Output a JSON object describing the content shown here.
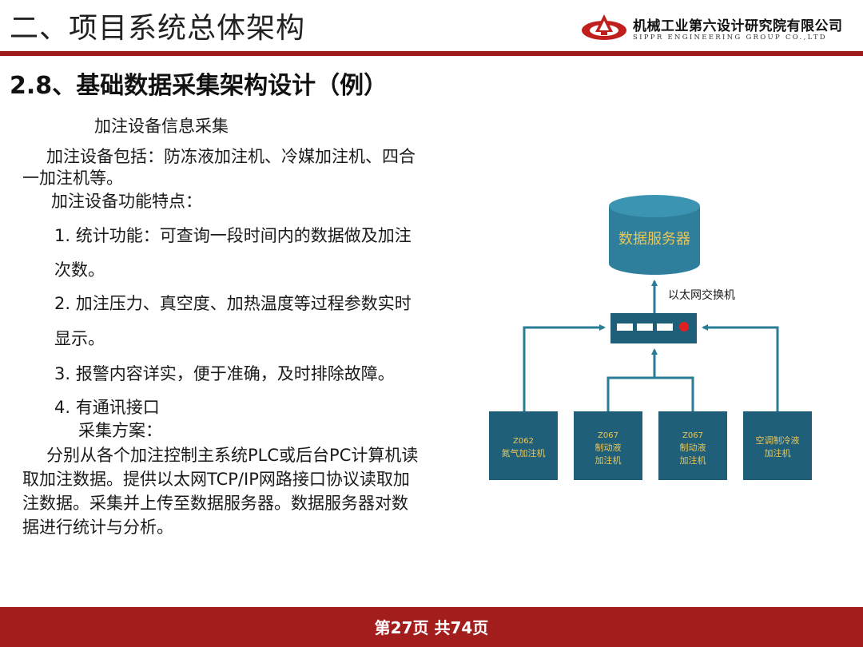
{
  "header": {
    "title": "二、项目系统总体架构",
    "company_cn": "机械工业第六设计研究院有限公司",
    "company_en": "SIPPR ENGINEERING GROUP CO.,LTD"
  },
  "section_title": "2.8、基础数据采集架构设计（例）",
  "content": {
    "subtitle": "加注设备信息采集",
    "para1_line1": "加注设备包括：防冻液加注机、冷媒加注机、四合",
    "para1_line2": "一加注机等。",
    "features_heading": "加注设备功能特点：",
    "item1_line1": "1.  统计功能：可查询一段时间内的数据做及加注",
    "item1_line2": "次数。",
    "item2_line1": "2.  加注压力、真空度、加热温度等过程参数实时",
    "item2_line2": "显示。",
    "item3": "3.  报警内容详实，便于准确，及时排除故障。",
    "item4": "4.  有通讯接口",
    "plan_heading": "采集方案：",
    "plan_line1": "分别从各个加注控制主系统PLC或后台PC计算机读",
    "plan_line2": "取加注数据。提供以太网TCP/IP网路接口协议读取加",
    "plan_line3": "注数据。采集并上传至数据服务器。数据服务器对数",
    "plan_line4": "据进行统计与分析。"
  },
  "diagram": {
    "server_label": "数据服务器",
    "switch_label": "以太网交换机",
    "devices": [
      {
        "line1": "Z062",
        "line2": "氮气加注机"
      },
      {
        "line1": "Z067",
        "line2": "制动液",
        "line3": "加注机"
      },
      {
        "line1": "Z067",
        "line2": "制动液",
        "line3": "加注机"
      },
      {
        "line1": "空调制冷液",
        "line2": "加注机"
      }
    ],
    "colors": {
      "box_fill": "#1f5f7a",
      "box_text": "#e8c75a",
      "server_fill": "#2f7f9c",
      "server_top": "#3c94b3",
      "server_text": "#e8c75a",
      "line": "#2a7b96",
      "indicator": "#e02020"
    }
  },
  "footer": {
    "page_text": "第27页  共74页"
  }
}
